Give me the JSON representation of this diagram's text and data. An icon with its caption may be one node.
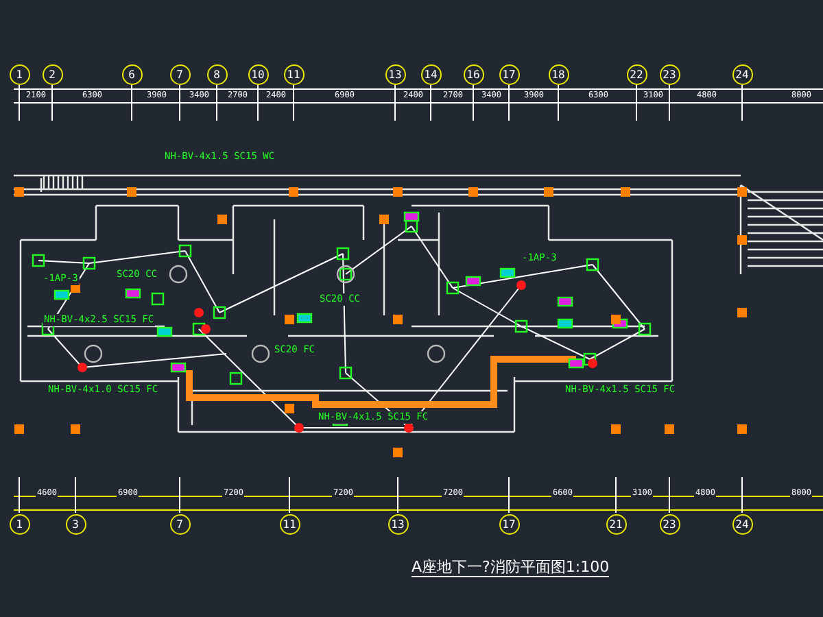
{
  "diagram": {
    "title": "A座地下一?消防平面图1:100",
    "labels": [
      "1",
      "2",
      "6",
      "7",
      "8",
      "10",
      "11",
      "13",
      "14",
      "16",
      "17",
      "18",
      "22",
      "23",
      "24",
      "2100",
      "6300",
      "3900",
      "3400",
      "2700",
      "2400",
      "6900",
      "2400",
      "2700",
      "3400",
      "3900",
      "6300",
      "3100",
      "4800",
      "8000",
      "NH-BV-4x1.5 SC15 WC",
      "-1AP-3",
      "SC20 CC",
      "-1AP-3",
      "SC20 CC",
      "NH-BV-4x2.5 SC15 FC",
      "SC20 FC",
      "NH-BV-4x1.0 SC15 FC",
      "NH-BV-4x1.5 SC15 FC",
      "NH-BV-4x1.5 SC15 FC",
      "4600",
      "6900",
      "7200",
      "7200",
      "7200",
      "6600",
      "3100",
      "4800",
      "8000",
      "1",
      "3",
      "7",
      "11",
      "13",
      "17",
      "21",
      "23",
      "24"
    ]
  }
}
